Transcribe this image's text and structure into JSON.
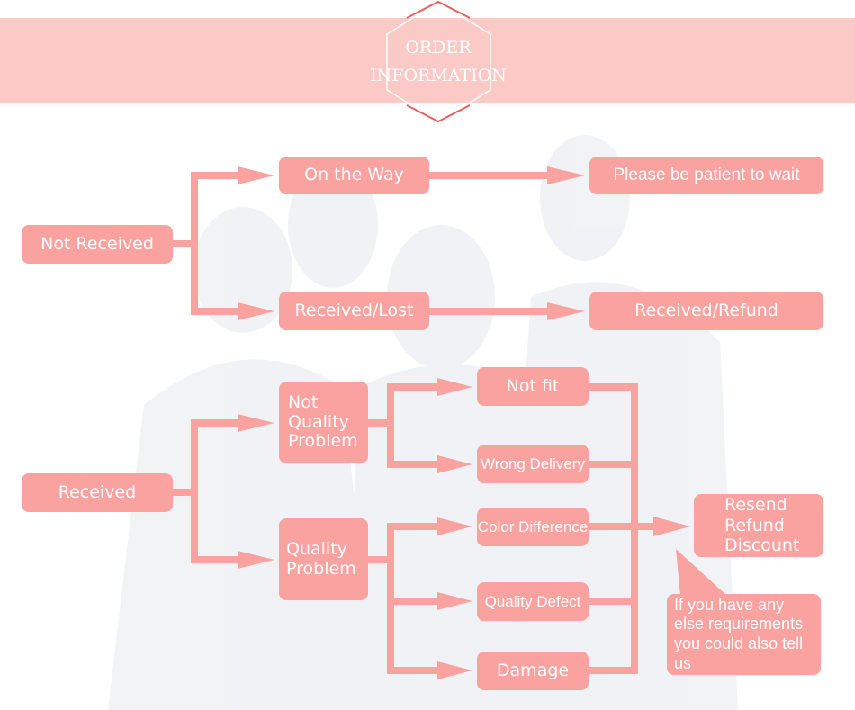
{
  "header": {
    "title_line1": "ORDER",
    "title_line2": "INFORMATION"
  },
  "colors": {
    "accent": "#f9a2a0",
    "banner": "#fccac6",
    "hexagon": "#e8605c"
  },
  "not_received": {
    "root": "Not Received",
    "on_the_way": "On the Way",
    "on_the_way_result": "Please be patient to wait",
    "lost": "Received/Lost",
    "lost_result": "Received/Refund"
  },
  "received": {
    "root": "Received",
    "not_quality": "Not Quality Problem",
    "quality": "Quality Problem",
    "issues": [
      "Not fit",
      "Wrong Delivery",
      "Color Difference",
      "Quality Defect",
      "Damage"
    ],
    "result_lines": [
      "Resend",
      "Refund",
      "Discount"
    ],
    "note": "If you have any else requirements you could also tell us"
  }
}
